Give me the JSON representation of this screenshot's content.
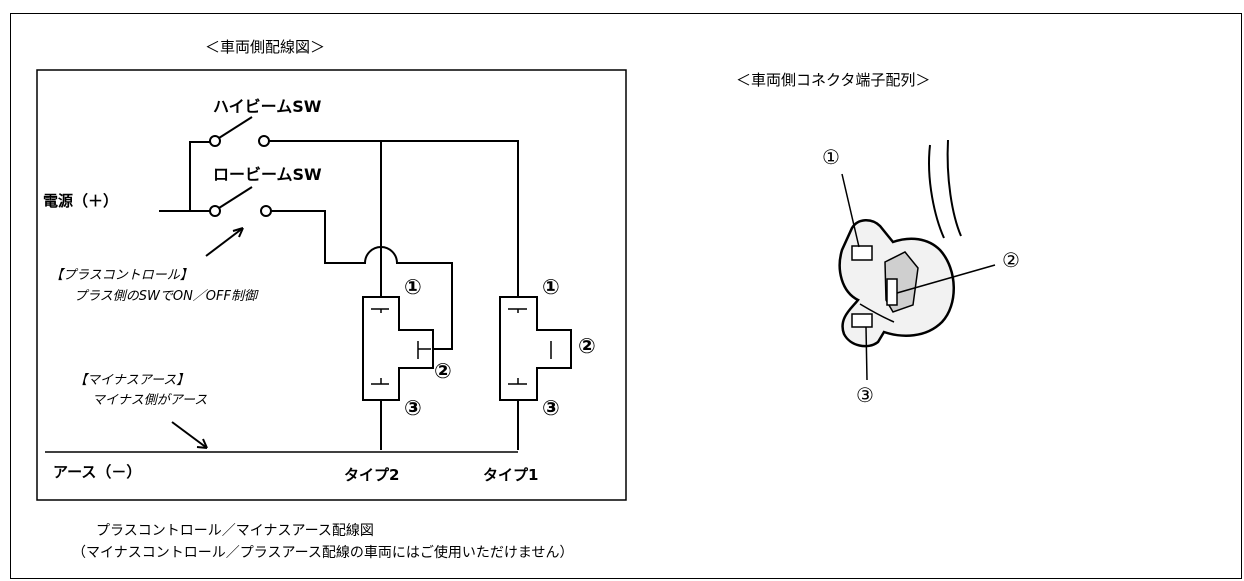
{
  "wiring": {
    "title": "＜車両側配線図＞",
    "switch_high": "ハイビームSW",
    "switch_low": "ロービームSW",
    "power": "電源（＋）",
    "plus_control_title": "【プラスコントロール】",
    "plus_control_desc": "プラス側のSWでON／OFF制御",
    "minus_earth_title": "【マイナスアース】",
    "minus_earth_desc": "マイナス側がアース",
    "earth": "アース（－）",
    "type2": "タイプ2",
    "type1": "タイプ1",
    "pin1": "①",
    "pin2": "②",
    "pin3": "③"
  },
  "connector": {
    "title": "＜車両側コネクタ端子配列＞",
    "pin1": "①",
    "pin2": "②",
    "pin3": "③"
  },
  "caption": {
    "line1": "プラスコントロール／マイナスアース配線図",
    "line2": "（マイナスコントロール／プラスアース配線の車両にはご使用いただけません）"
  }
}
